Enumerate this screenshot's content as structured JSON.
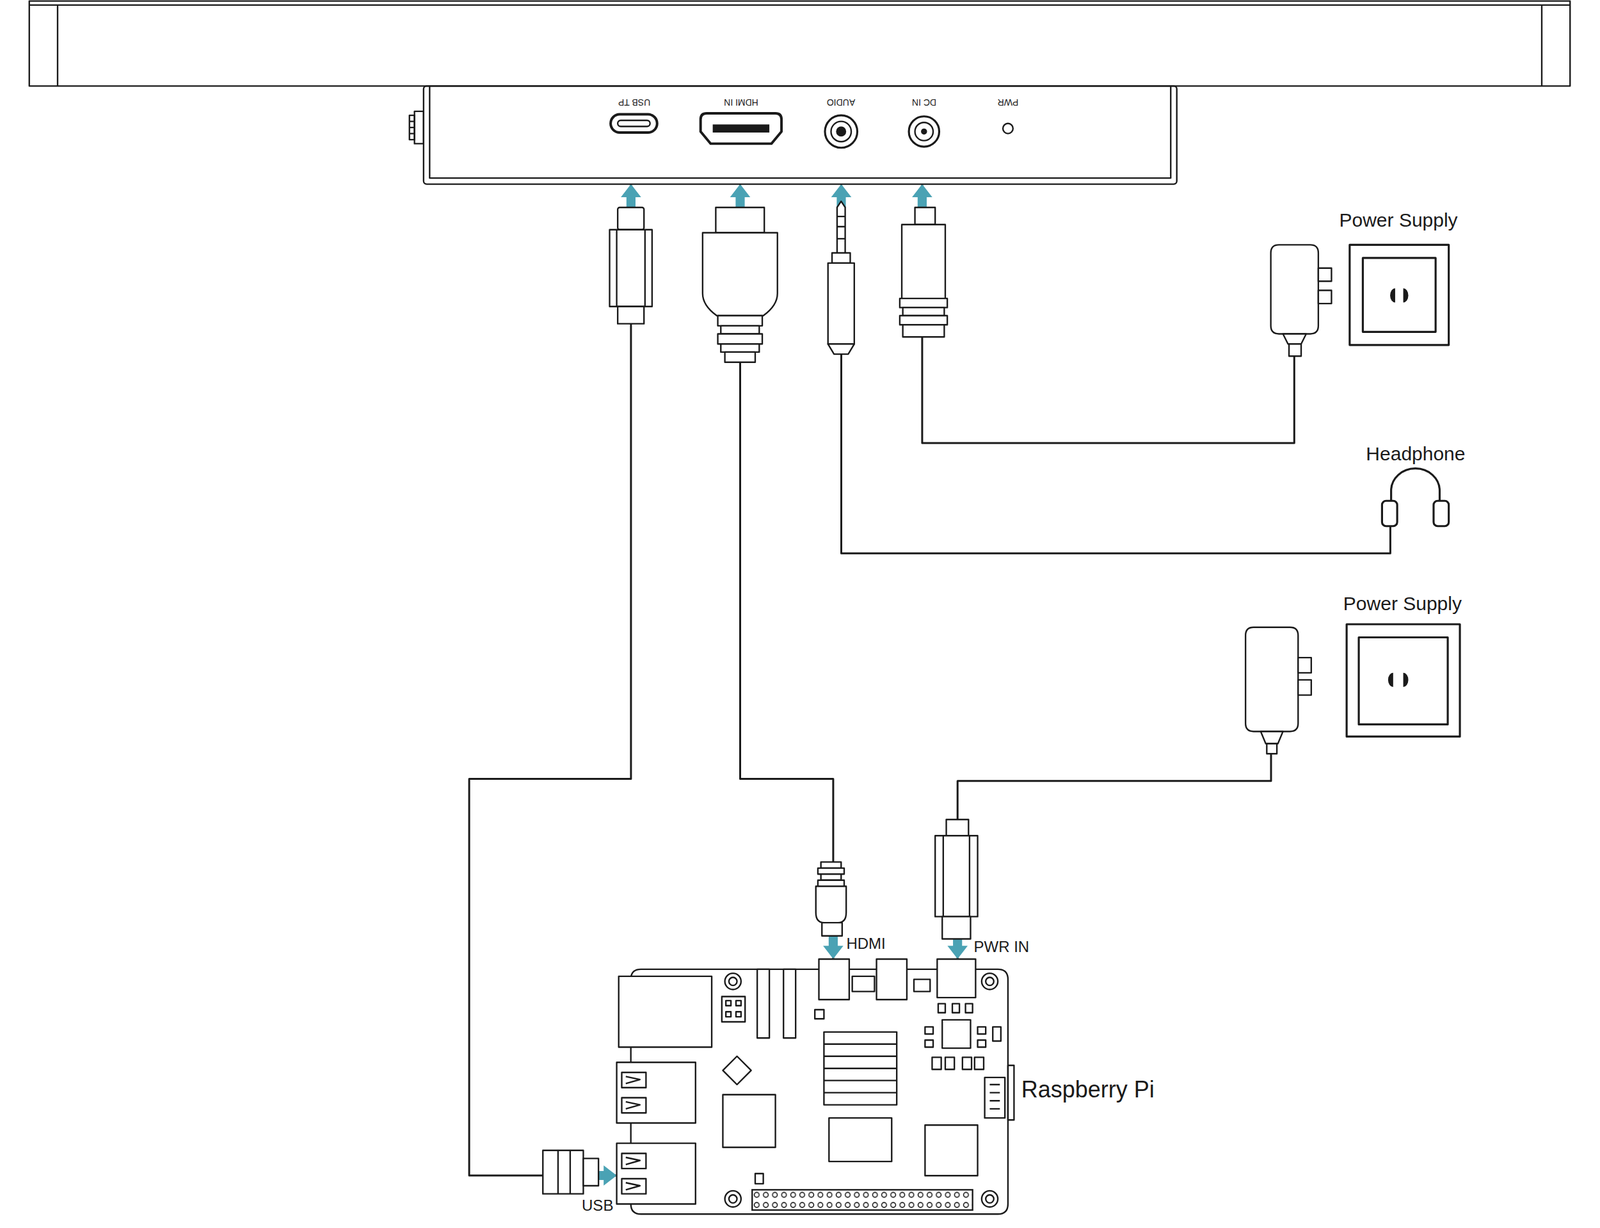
{
  "diagram": {
    "nodes": [
      {
        "text": [
          "USB TP",
          "HDMI IN",
          "AUDIO",
          "DC IN",
          "PWR"
        ]
      },
      {
        "text": [
          "Power Supply"
        ]
      },
      {
        "text": [
          "Headphone"
        ]
      },
      {
        "text": [
          "Power Supply"
        ]
      },
      {
        "text": [
          "Raspberry Pi"
        ]
      }
    ],
    "edges": [
      {
        "from": 0,
        "to": 4,
        "arrow": "both"
      },
      {
        "from": 0,
        "to": 4,
        "arrow": "both"
      },
      {
        "from": 2,
        "to": 0,
        "arrow": "to"
      },
      {
        "from": 1,
        "to": 0,
        "arrow": "to"
      },
      {
        "from": 3,
        "to": 4,
        "arrow": "to"
      }
    ],
    "labels": [
      "HDMI",
      "PWR IN",
      "USB"
    ]
  }
}
